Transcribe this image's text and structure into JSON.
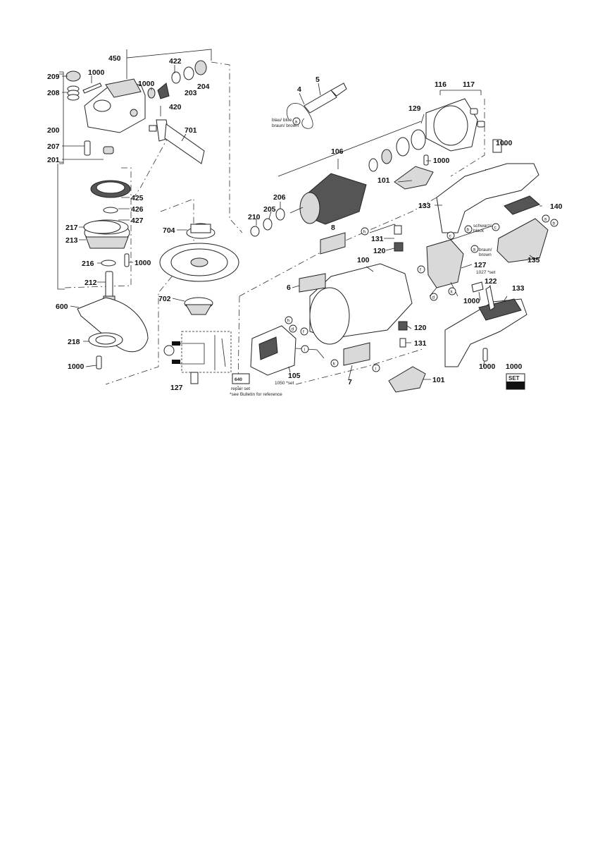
{
  "part_numbers": {
    "p450": "450",
    "p422": "422",
    "p1000_a": "1000",
    "p209": "209",
    "p208": "208",
    "p1000_b": "1000",
    "p203": "203",
    "p204": "204",
    "p420": "420",
    "p200": "200",
    "p207": "207",
    "p201": "201",
    "p701": "701",
    "p425": "425",
    "p426": "426",
    "p427": "427",
    "p217": "217",
    "p213": "213",
    "p216": "216",
    "p1000_c": "1000",
    "p212": "212",
    "p600": "600",
    "p218": "218",
    "p1000_d": "1000",
    "p704": "704",
    "p702": "702",
    "p127_a": "127",
    "p5": "5",
    "p4": "4",
    "p106": "106",
    "p206": "206",
    "p205": "205",
    "p210": "210",
    "p116": "116",
    "p117": "117",
    "p129": "129",
    "p1000_e": "1000",
    "p101_a": "101",
    "p1000_f": "1000",
    "p133_a": "133",
    "p140": "140",
    "p8": "8",
    "p131_a": "131",
    "p120_a": "120",
    "p100": "100",
    "p6": "6",
    "p127_b": "127",
    "p135": "135",
    "p122": "122",
    "p133_b": "133",
    "p1000_g": "1000",
    "p120_b": "120",
    "p131_b": "131",
    "p105": "105",
    "p7": "7",
    "p101_b": "101",
    "p1000_h": "1000",
    "p1000_i": "1000"
  },
  "letters": {
    "a1": "a",
    "a2": "a",
    "a3": "a",
    "b1": "b",
    "b2": "b",
    "c1": "c",
    "c2": "c",
    "d1": "d",
    "d2": "d",
    "f1": "f",
    "f2": "f",
    "h1": "h",
    "h2": "h",
    "i1": "i",
    "i2": "i",
    "k1": "k",
    "k2": "k"
  },
  "notes": {
    "blau_blue": "blau/ blue",
    "braun_brown": "braun/ brown",
    "schwarz_black_1": "schwarz/",
    "schwarz_black_2": "black",
    "braun_brown2_1": "braun/",
    "braun_brown2_2": "brown",
    "set_1027": "1027 *set",
    "set_1050": "1050 *set",
    "repair_set": "repair set",
    "bulletin": "*see Bulletin for reference",
    "set_box": "SET",
    "repair_box": "640"
  }
}
